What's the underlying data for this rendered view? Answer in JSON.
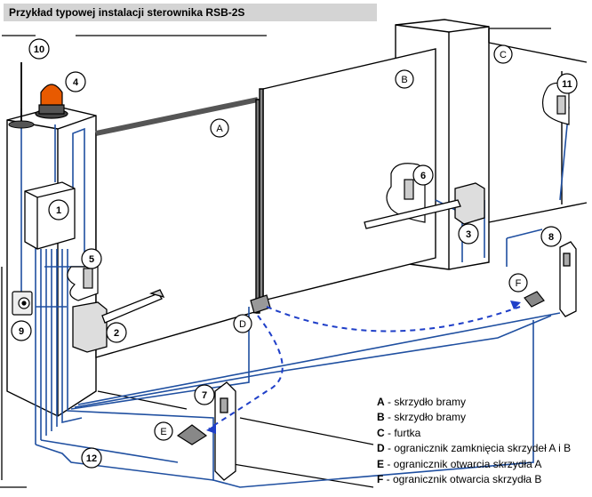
{
  "title": "Przykład typowej instalacji sterownika RSB-2S",
  "device_numbers": [
    "1",
    "2",
    "3",
    "4",
    "5",
    "6",
    "7",
    "8",
    "9",
    "10",
    "11",
    "12"
  ],
  "zone_letters": [
    "A",
    "B",
    "C",
    "D",
    "E",
    "F"
  ],
  "legend": [
    {
      "key": "A",
      "text": " - skrzydło bramy"
    },
    {
      "key": "B",
      "text": " - skrzydło bramy"
    },
    {
      "key": "C",
      "text": " - furtka"
    },
    {
      "key": "D",
      "text": " - ogranicznik zamknięcia skrzydeł A i B"
    },
    {
      "key": "E",
      "text": " - ogranicznik otwarcia skrzydła A"
    },
    {
      "key": "F",
      "text": " - ogranicznik otwarcia skrzydła B"
    }
  ],
  "colors": {
    "cable": "#1f4fa0",
    "arc": "#1f3fc8",
    "lamp": "#e85a00",
    "outline": "#000000"
  }
}
